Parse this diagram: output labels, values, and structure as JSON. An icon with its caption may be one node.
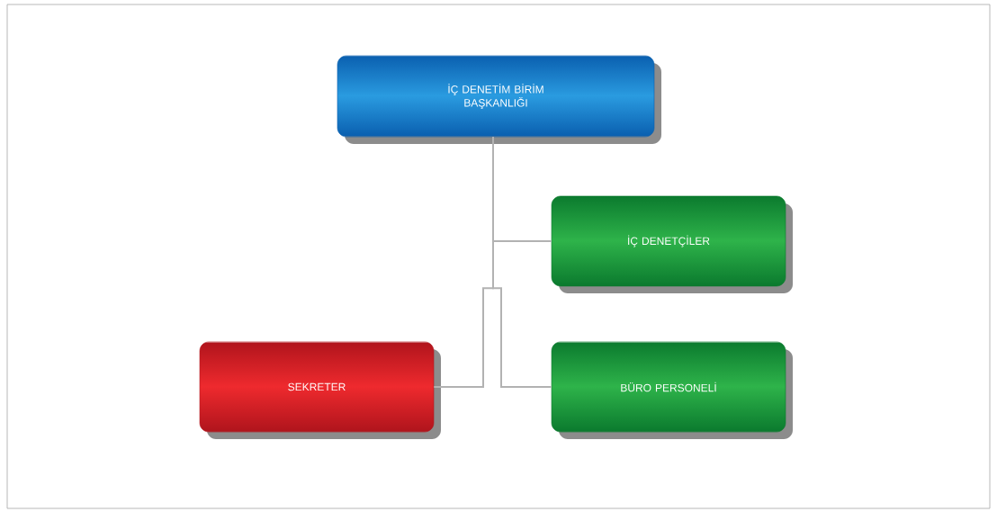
{
  "diagram": {
    "nodes": [
      {
        "text": [
          "İÇ DENETİM BİRİM BAŞKANLIĞI"
        ]
      },
      {
        "text": [
          "İÇ DENETÇİLER"
        ]
      },
      {
        "text": [
          "SEKRETER"
        ]
      },
      {
        "text": [
          "BÜRO PERSONELİ"
        ]
      }
    ],
    "edges": [
      {
        "from": 0,
        "to": 1,
        "arrow": "none"
      },
      {
        "from": 0,
        "to": 2,
        "arrow": "none"
      },
      {
        "from": 0,
        "to": 3,
        "arrow": "none"
      }
    ]
  }
}
